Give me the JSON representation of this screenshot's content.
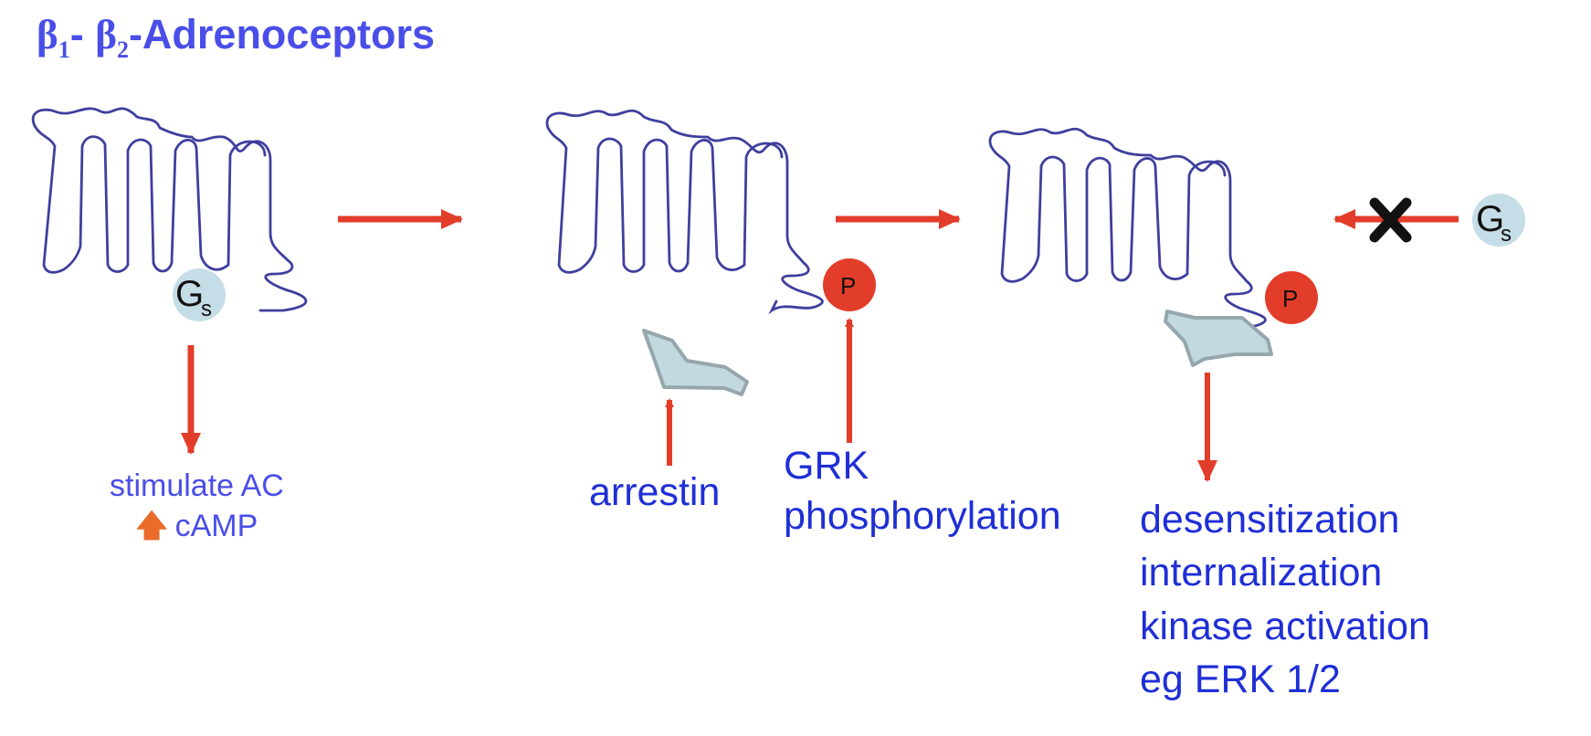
{
  "title": {
    "beta": "β",
    "sub1": "1",
    "sep": "- ",
    "sub2": "2",
    "suffix": "-Adrenoceptors"
  },
  "colors": {
    "title": "#4a4ee8",
    "label": "#1f2fd6",
    "arrow": "#e23d2a",
    "receptor": "#3f3f9e",
    "gs_circle": "#c5dde6",
    "phospho": "#e23d2a",
    "arrestin_fill": "#c3d9e0"
  },
  "stage1": {
    "gs_main": "G",
    "gs_sub": "s",
    "effect_line1": "stimulate AC",
    "effect_arrow": "🡅",
    "effect_line2": "cAMP"
  },
  "stage2": {
    "phospho": "P",
    "arrestin": "arrestin",
    "grk_line1": "GRK",
    "grk_line2": "phosphorylation"
  },
  "stage3": {
    "phospho": "P",
    "blocked_icon": "x-mark-icon",
    "gs_main": "G",
    "gs_sub": "s",
    "outcomes": [
      "desensitization",
      "internalization",
      "kinase activation",
      "eg ERK 1/2"
    ]
  }
}
